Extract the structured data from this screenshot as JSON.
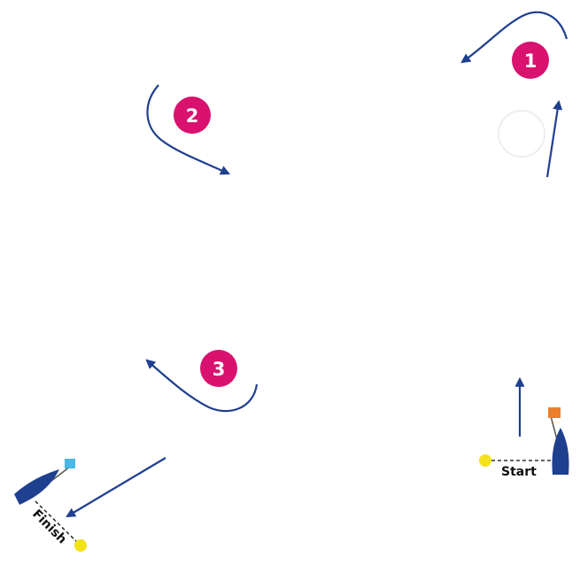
{
  "colors": {
    "mark": "#d8126e",
    "arrow": "#1f3f8f",
    "boat": "#1f3f8f",
    "buoy": "#f3e21a",
    "start_flag": "#ee7f2a",
    "finish_flag": "#49b8e6",
    "line": "#333333",
    "background": "#ffffff"
  },
  "marks": [
    {
      "label": "1"
    },
    {
      "label": "2"
    },
    {
      "label": "3"
    }
  ],
  "start": {
    "label": "Start"
  },
  "finish": {
    "label": "Finish"
  }
}
